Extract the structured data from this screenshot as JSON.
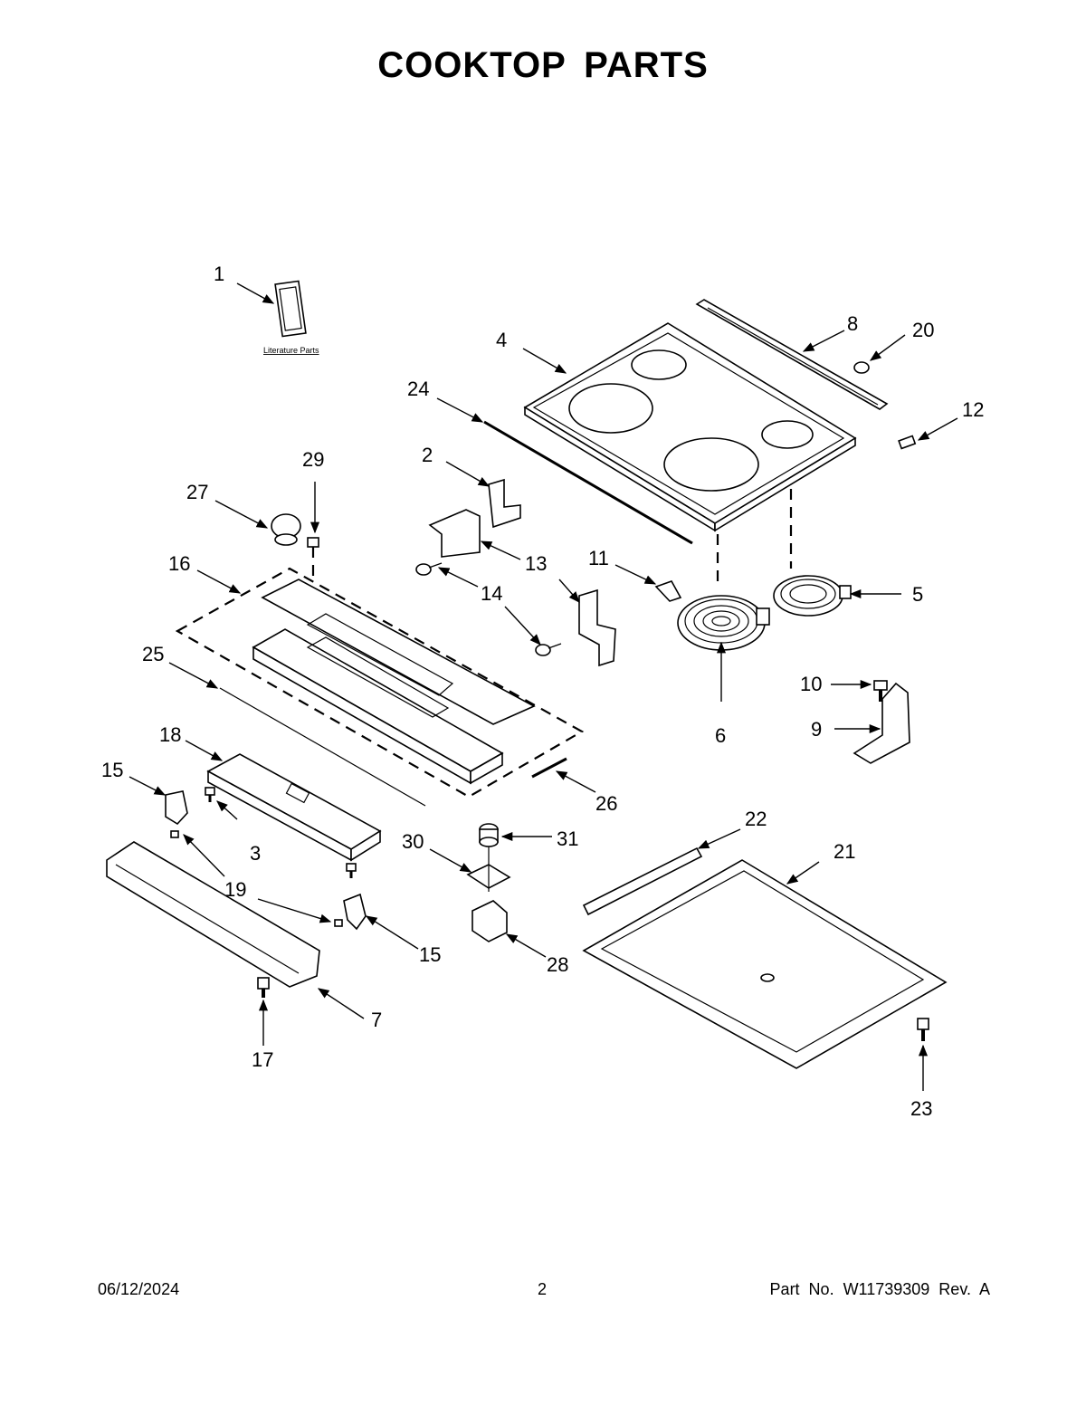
{
  "title": "COOKTOP PARTS",
  "literature_label": "Literature Parts",
  "footer": {
    "date": "06/12/2024",
    "page": "2",
    "part_number": "Part No.  W11739309  Rev.  A"
  },
  "callouts": [
    {
      "id": "c1",
      "label": "1"
    },
    {
      "id": "c2",
      "label": "2"
    },
    {
      "id": "c3",
      "label": "3"
    },
    {
      "id": "c4",
      "label": "4"
    },
    {
      "id": "c5",
      "label": "5"
    },
    {
      "id": "c6",
      "label": "6"
    },
    {
      "id": "c7",
      "label": "7"
    },
    {
      "id": "c8",
      "label": "8"
    },
    {
      "id": "c9",
      "label": "9"
    },
    {
      "id": "c10",
      "label": "10"
    },
    {
      "id": "c11",
      "label": "11"
    },
    {
      "id": "c12",
      "label": "12"
    },
    {
      "id": "c13",
      "label": "13"
    },
    {
      "id": "c14",
      "label": "14"
    },
    {
      "id": "c15a",
      "label": "15"
    },
    {
      "id": "c15b",
      "label": "15"
    },
    {
      "id": "c16",
      "label": "16"
    },
    {
      "id": "c17",
      "label": "17"
    },
    {
      "id": "c18",
      "label": "18"
    },
    {
      "id": "c19",
      "label": "19"
    },
    {
      "id": "c20",
      "label": "20"
    },
    {
      "id": "c21",
      "label": "21"
    },
    {
      "id": "c22",
      "label": "22"
    },
    {
      "id": "c23",
      "label": "23"
    },
    {
      "id": "c24",
      "label": "24"
    },
    {
      "id": "c25",
      "label": "25"
    },
    {
      "id": "c26",
      "label": "26"
    },
    {
      "id": "c27",
      "label": "27"
    },
    {
      "id": "c28",
      "label": "28"
    },
    {
      "id": "c29",
      "label": "29"
    },
    {
      "id": "c30",
      "label": "30"
    },
    {
      "id": "c31",
      "label": "31"
    }
  ]
}
